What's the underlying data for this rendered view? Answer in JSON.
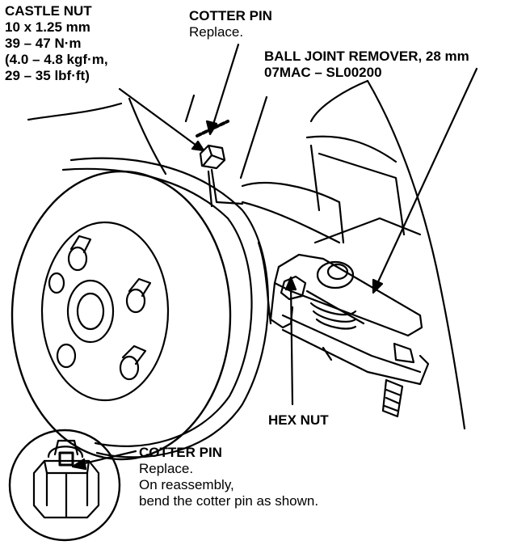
{
  "labels": {
    "castle_nut": {
      "title": "CASTLE NUT",
      "lines": [
        "10 x 1.25 mm",
        "39 – 47 N·m",
        "(4.0 – 4.8 kgf·m,",
        "29 – 35 lbf·ft)"
      ]
    },
    "cotter_pin_top": {
      "title": "COTTER PIN",
      "note": "Replace."
    },
    "ball_joint_remover": {
      "title": "BALL JOINT REMOVER, 28 mm",
      "part_no": "07MAC – SL00200"
    },
    "hex_nut": {
      "title": "HEX NUT"
    },
    "cotter_pin_detail": {
      "title": "COTTER PIN",
      "lines": [
        "Replace.",
        "On reassembly,",
        "bend the cotter pin as shown."
      ]
    }
  },
  "colors": {
    "ink": "#000000",
    "paper": "#ffffff"
  }
}
